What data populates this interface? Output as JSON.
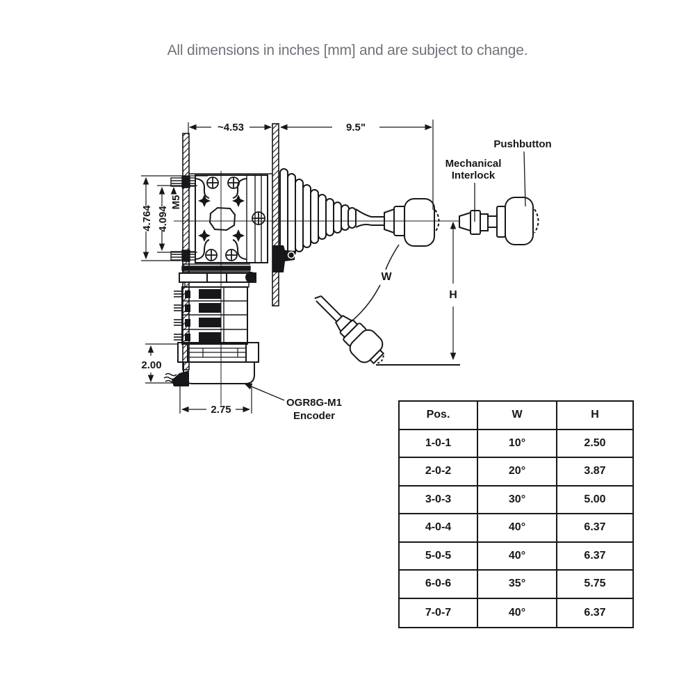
{
  "note": "All dimensions in inches [mm] and are subject to change.",
  "drawing": {
    "dims": {
      "panel_gap": "~4.53",
      "handle_reach": "9.5\"",
      "mount_outer": "4.764",
      "mount_inner": "4.094",
      "thread": "M5",
      "encoder_height": "2.00",
      "encoder_width": "2.75",
      "angle": "W",
      "height": "H"
    },
    "labels": {
      "pushbutton": "Pushbutton",
      "interlock_line1": "Mechanical",
      "interlock_line2": "Interlock",
      "encoder_line1": "OGR8G-M1",
      "encoder_line2": "Encoder"
    }
  },
  "table": {
    "headers": [
      "Pos.",
      "W",
      "H"
    ],
    "rows": [
      [
        "1-0-1",
        "10°",
        "2.50"
      ],
      [
        "2-0-2",
        "20°",
        "3.87"
      ],
      [
        "3-0-3",
        "30°",
        "5.00"
      ],
      [
        "4-0-4",
        "40°",
        "6.37"
      ],
      [
        "5-0-5",
        "40°",
        "6.37"
      ],
      [
        "6-0-6",
        "35°",
        "5.75"
      ],
      [
        "7-0-7",
        "40°",
        "6.37"
      ]
    ]
  },
  "colors": {
    "line": "#17171b",
    "note_gray": "#72727a"
  }
}
